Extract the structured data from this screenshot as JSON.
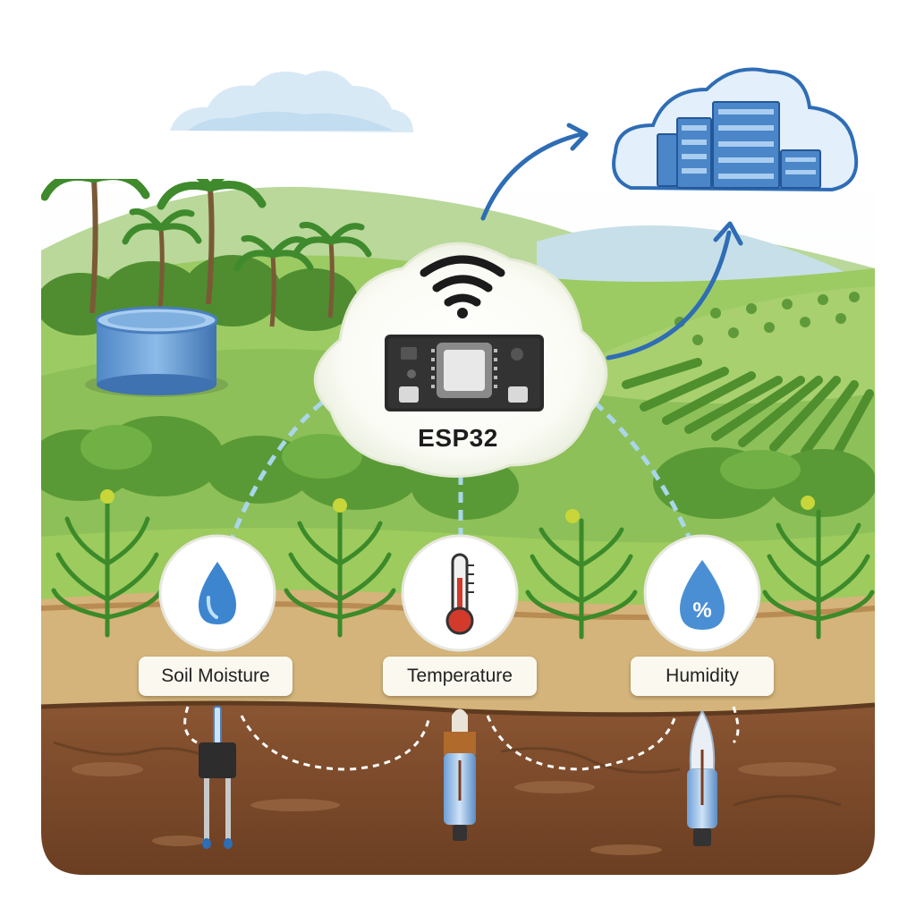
{
  "hub": {
    "label": "ESP32"
  },
  "sensors": [
    {
      "label": "Soil Moisture",
      "icon": "water-drop-icon"
    },
    {
      "label": "Temperature",
      "icon": "thermometer-icon"
    },
    {
      "label": "Humidity",
      "icon": "humidity-percent-drop-icon"
    }
  ],
  "humidity_symbol": "%",
  "cloud": {
    "icon": "server-cloud-icon"
  },
  "colors": {
    "sky_cloud": "#d6e8f5",
    "grass": "#8fc25a",
    "soil_top": "#c9a46a",
    "soil_deep": "#7a4a2a",
    "link_blue": "#2f6db5",
    "dashed_link": "#a9d6ea"
  }
}
